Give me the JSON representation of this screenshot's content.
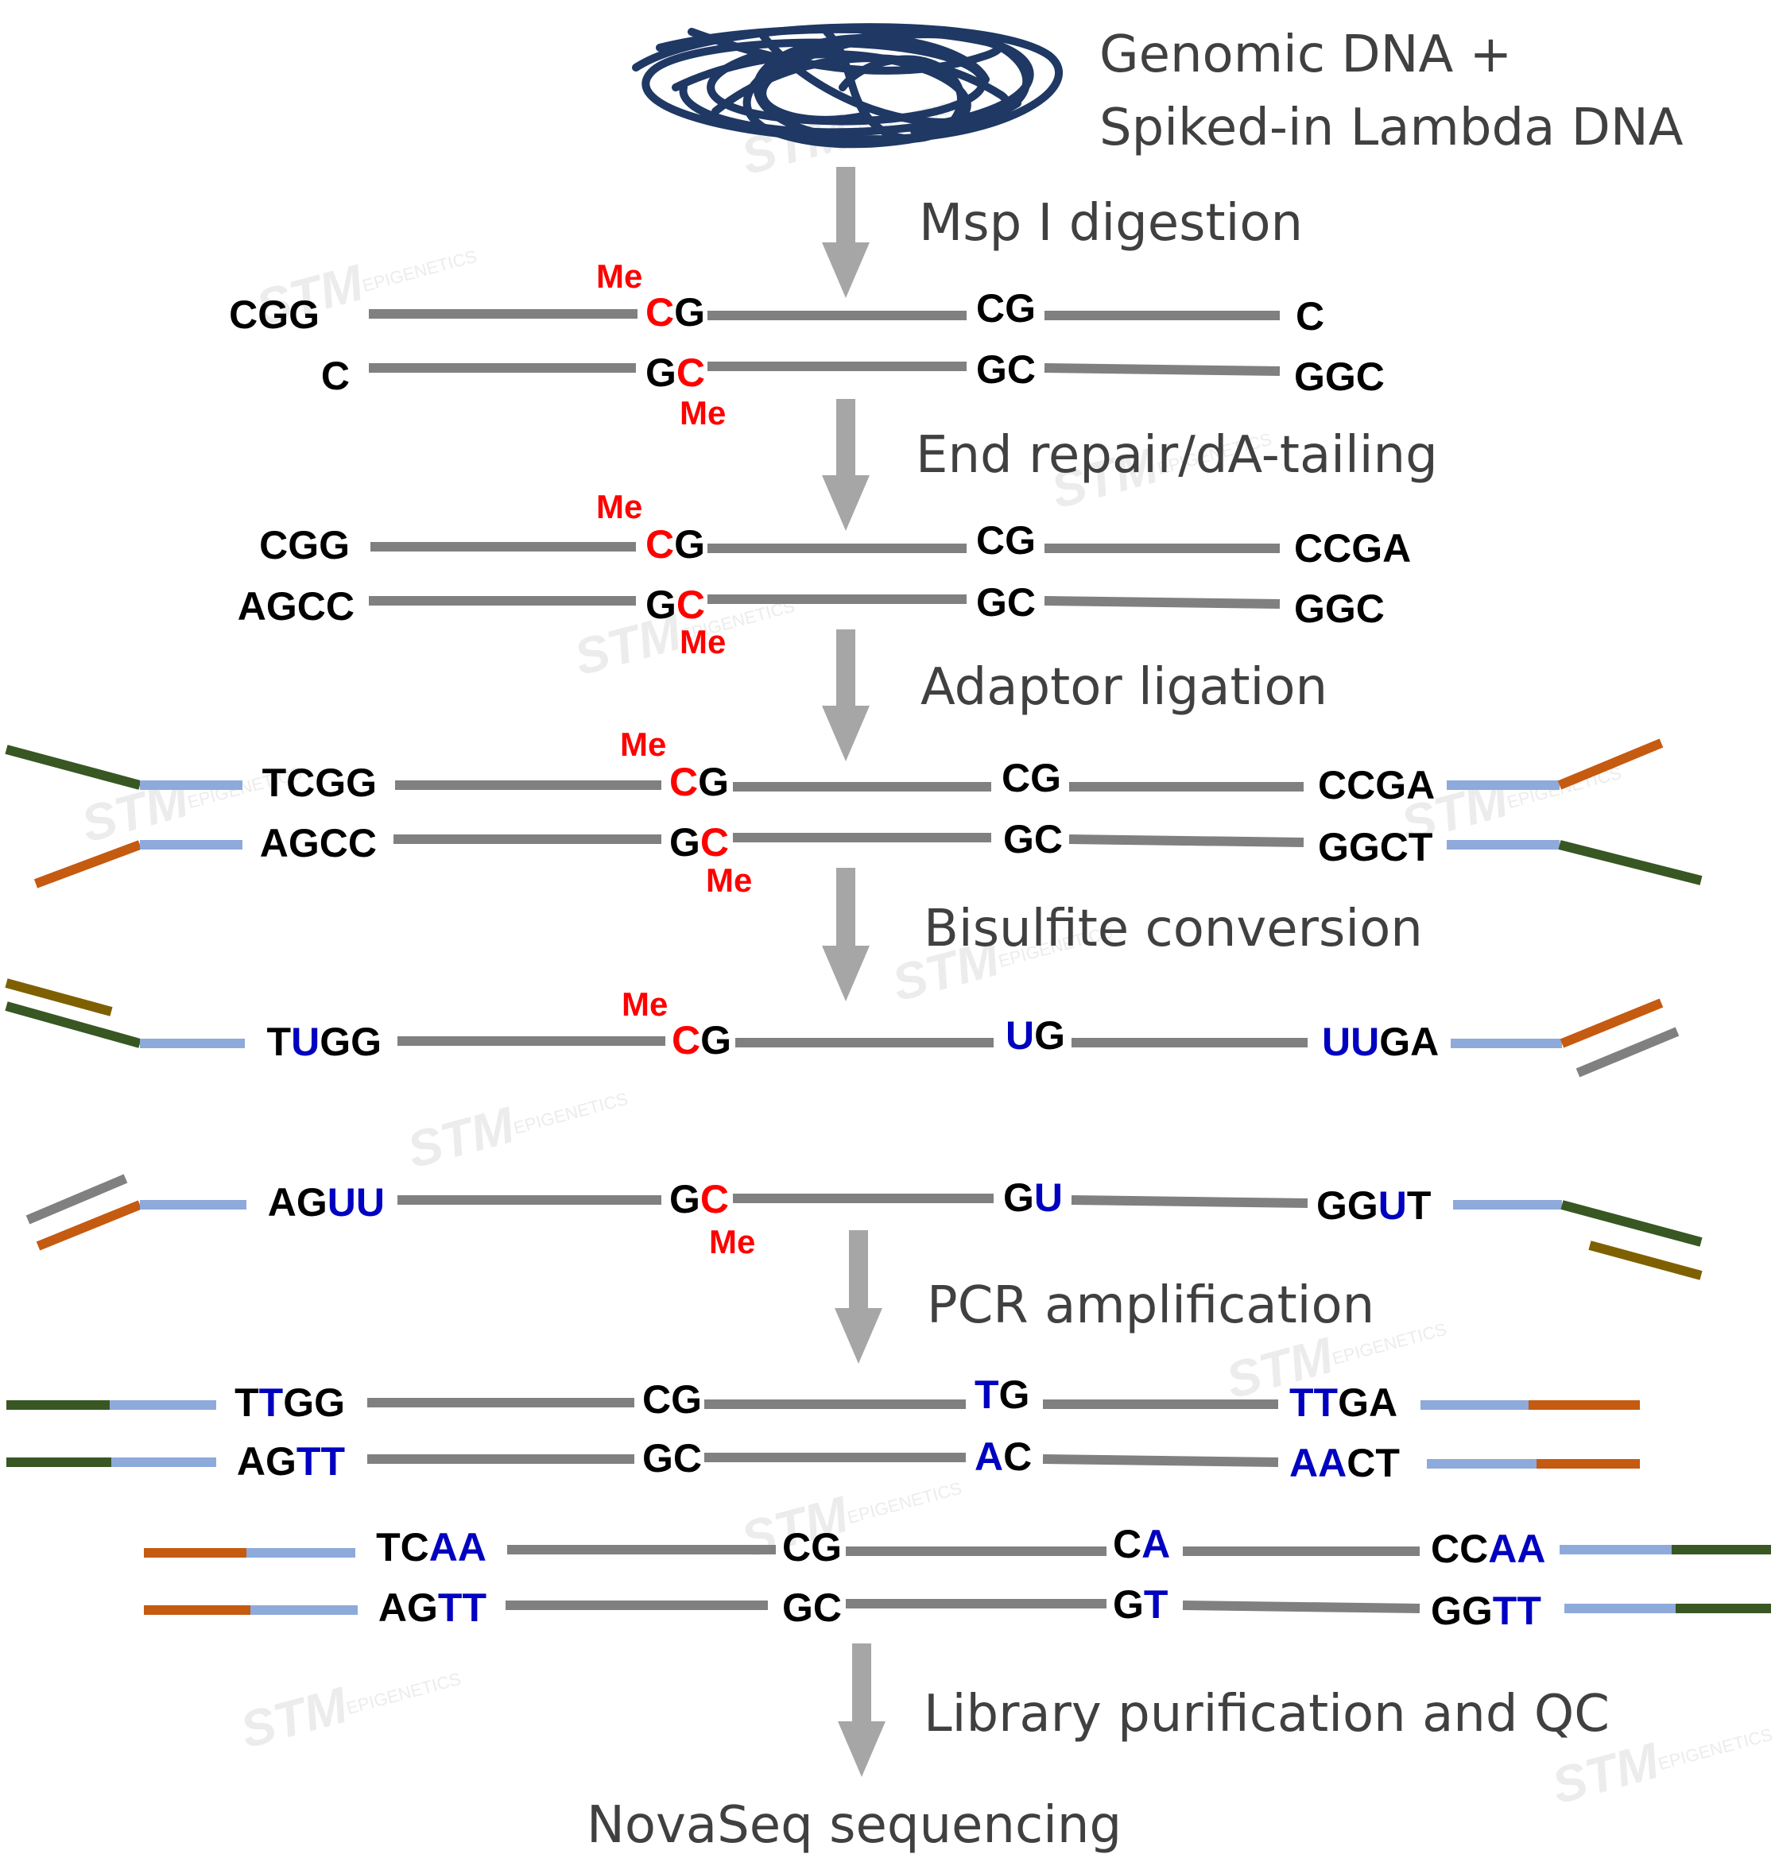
{
  "input_label_line1": "Genomic DNA +",
  "input_label_line2": "Spiked-in Lambda DNA",
  "steps": {
    "msp": "Msp I digestion",
    "end": "End repair/dA-tailing",
    "adaptor": "Adaptor ligation",
    "bisulfite": "Bisulfite conversion",
    "pcr": "PCR amplification",
    "library": "Library purification and QC"
  },
  "final_label": "NovaSeq sequencing",
  "methyl_label": "Me",
  "watermark": {
    "brand": "STM",
    "sub": "EPIGENETICS"
  },
  "colors": {
    "strand": "#808080",
    "adaptor_blue": "#8eaadb",
    "adaptor_green": "#385723",
    "adaptor_orange": "#c55a11",
    "adaptor_olive": "#7f6000",
    "methyl_red": "#ff0000",
    "uracil_blue": "#0000c0",
    "arrow": "#a6a6a6",
    "dna_blob": "#1f3864",
    "text": "#000000",
    "step_text": "#404040"
  },
  "rows": {
    "r1_top": [
      [
        {
          "t": "CGG"
        }
      ],
      [
        {
          "t": "C",
          "c": "red"
        },
        {
          "t": "G"
        }
      ],
      [
        {
          "t": "CG"
        }
      ],
      [
        {
          "t": "C"
        }
      ]
    ],
    "r1_bot": [
      [
        {
          "t": "C"
        }
      ],
      [
        {
          "t": "G"
        },
        {
          "t": "C",
          "c": "red"
        }
      ],
      [
        {
          "t": "GC"
        }
      ],
      [
        {
          "t": "GGC"
        }
      ]
    ],
    "r2_top": [
      [
        {
          "t": "CGG"
        }
      ],
      [
        {
          "t": "C",
          "c": "red"
        },
        {
          "t": "G"
        }
      ],
      [
        {
          "t": "CG"
        }
      ],
      [
        {
          "t": "CCGA"
        }
      ]
    ],
    "r2_bot": [
      [
        {
          "t": "AGCC"
        }
      ],
      [
        {
          "t": "G"
        },
        {
          "t": "C",
          "c": "red"
        }
      ],
      [
        {
          "t": "GC"
        }
      ],
      [
        {
          "t": "GGC"
        }
      ]
    ],
    "r3_top": [
      [
        {
          "t": "TCGG"
        }
      ],
      [
        {
          "t": "C",
          "c": "red"
        },
        {
          "t": "G"
        }
      ],
      [
        {
          "t": "CG"
        }
      ],
      [
        {
          "t": "CCGA"
        }
      ]
    ],
    "r3_bot": [
      [
        {
          "t": "AGCC"
        }
      ],
      [
        {
          "t": "G"
        },
        {
          "t": "C",
          "c": "red"
        }
      ],
      [
        {
          "t": "GC"
        }
      ],
      [
        {
          "t": "GGCT"
        }
      ]
    ],
    "r4_top": [
      [
        {
          "t": "T"
        },
        {
          "t": "U",
          "c": "blue"
        },
        {
          "t": "GG"
        }
      ],
      [
        {
          "t": "C",
          "c": "red"
        },
        {
          "t": "G"
        }
      ],
      [
        {
          "t": "U",
          "c": "blue"
        },
        {
          "t": "G"
        }
      ],
      [
        {
          "t": "UU",
          "c": "blue"
        },
        {
          "t": "GA"
        }
      ]
    ],
    "r4_bot": [
      [
        {
          "t": "AG"
        },
        {
          "t": "UU",
          "c": "blue"
        }
      ],
      [
        {
          "t": "G"
        },
        {
          "t": "C",
          "c": "red"
        }
      ],
      [
        {
          "t": "G"
        },
        {
          "t": "U",
          "c": "blue"
        }
      ],
      [
        {
          "t": "GG"
        },
        {
          "t": "U",
          "c": "blue"
        },
        {
          "t": "T"
        }
      ]
    ],
    "r5_top": [
      [
        {
          "t": "T"
        },
        {
          "t": "T",
          "c": "blue"
        },
        {
          "t": "GG"
        }
      ],
      [
        {
          "t": "CG"
        }
      ],
      [
        {
          "t": "T",
          "c": "blue"
        },
        {
          "t": "G"
        }
      ],
      [
        {
          "t": "TT",
          "c": "blue"
        },
        {
          "t": "GA"
        }
      ]
    ],
    "r5_bot": [
      [
        {
          "t": "AG"
        },
        {
          "t": "TT",
          "c": "blue"
        }
      ],
      [
        {
          "t": "GC"
        }
      ],
      [
        {
          "t": "A",
          "c": "blue"
        },
        {
          "t": "C"
        }
      ],
      [
        {
          "t": "AA",
          "c": "blue"
        },
        {
          "t": "CT"
        }
      ]
    ],
    "r6_top": [
      [
        {
          "t": "TC"
        },
        {
          "t": "AA",
          "c": "blue"
        }
      ],
      [
        {
          "t": "CG"
        }
      ],
      [
        {
          "t": "C"
        },
        {
          "t": "A",
          "c": "blue"
        }
      ],
      [
        {
          "t": "CC"
        },
        {
          "t": "AA",
          "c": "blue"
        }
      ]
    ],
    "r6_bot": [
      [
        {
          "t": "AG"
        },
        {
          "t": "TT",
          "c": "blue"
        }
      ],
      [
        {
          "t": "GC"
        }
      ],
      [
        {
          "t": "G"
        },
        {
          "t": "T",
          "c": "blue"
        }
      ],
      [
        {
          "t": "GG"
        },
        {
          "t": "TT",
          "c": "blue"
        }
      ]
    ]
  }
}
